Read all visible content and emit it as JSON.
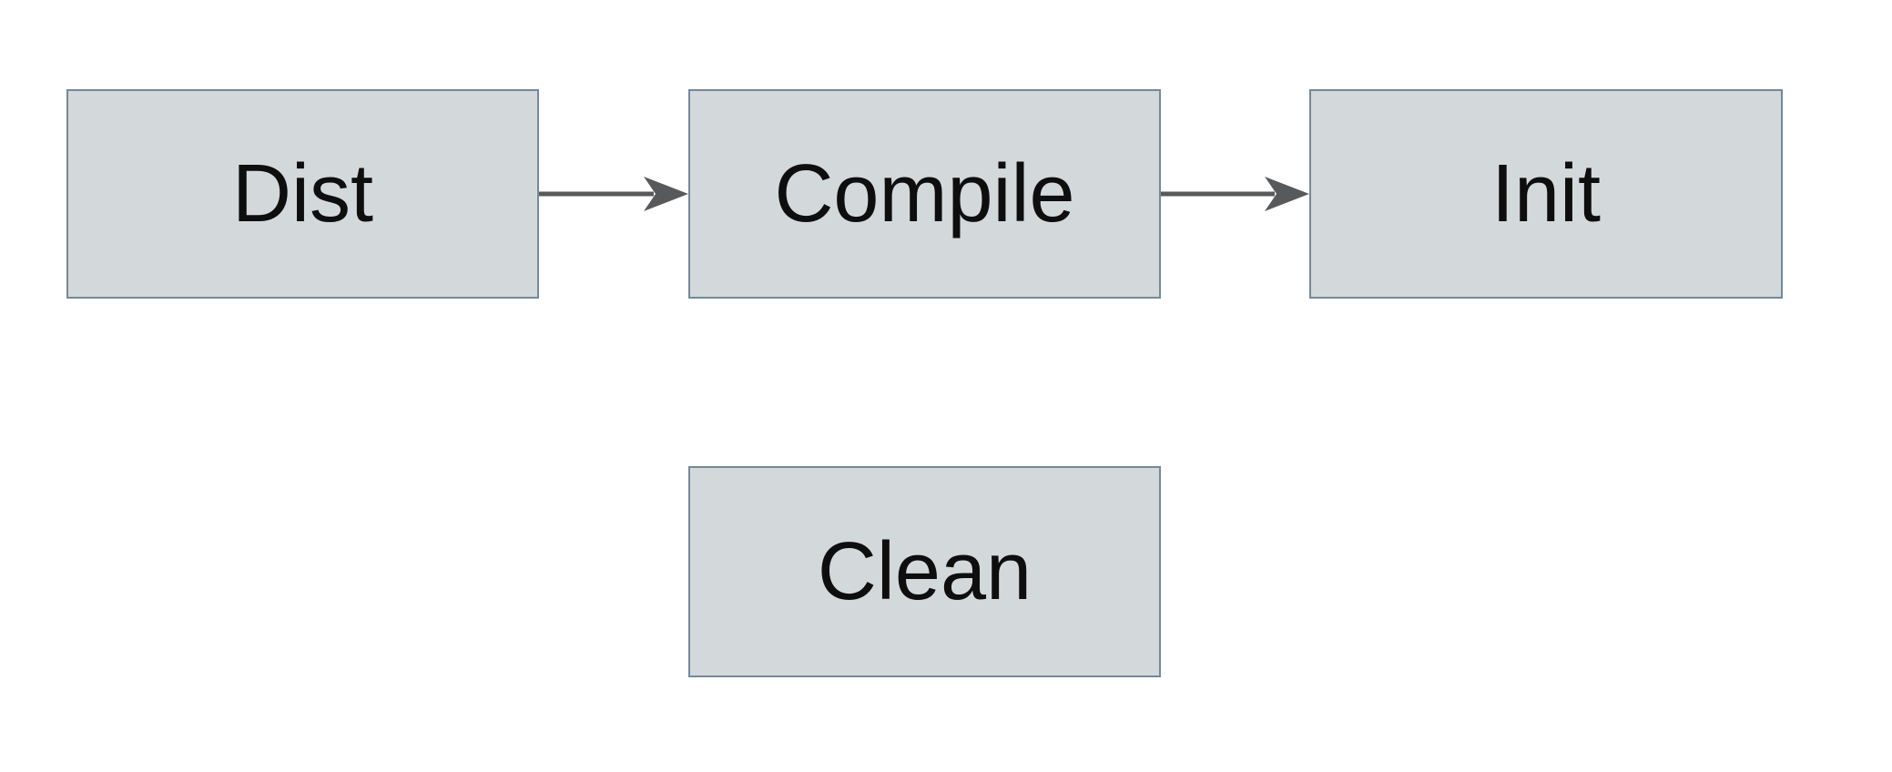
{
  "diagram": {
    "nodes": [
      {
        "id": "dist",
        "label": "Dist"
      },
      {
        "id": "compile",
        "label": "Compile"
      },
      {
        "id": "init",
        "label": "Init"
      },
      {
        "id": "clean",
        "label": "Clean"
      }
    ],
    "edges": [
      {
        "from": "dist",
        "to": "compile",
        "direction": "right"
      },
      {
        "from": "compile",
        "to": "init",
        "direction": "right"
      }
    ]
  },
  "colors": {
    "node_fill": "#d3d9db",
    "node_border": "#74899a",
    "arrow": "#58595b",
    "text": "#0e0e0e",
    "background": "#ffffff"
  }
}
